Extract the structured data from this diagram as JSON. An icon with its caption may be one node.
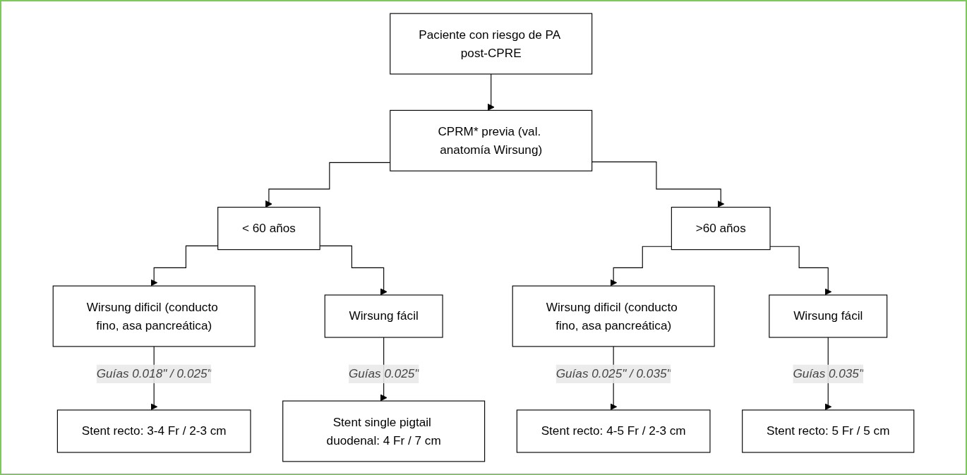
{
  "diagram": {
    "nodes": [
      {
        "text": [
          "Paciente con riesgo de PA post-CPRE"
        ]
      },
      {
        "text": [
          "CPRM* previa (val. anatomía Wirsung)"
        ]
      },
      {
        "text": [
          "< 60 años"
        ]
      },
      {
        "text": [
          ">60 años"
        ]
      },
      {
        "text": [
          "Wirsung dificil (conducto fino, asa pancreática)"
        ]
      },
      {
        "text": [
          "Wirsung fácil"
        ]
      },
      {
        "text": [
          "Wirsung dificil (conducto fino, asa pancreática)"
        ]
      },
      {
        "text": [
          "Wirsung fácil"
        ]
      },
      {
        "text": [
          "Stent recto: 3-4 Fr / 2-3 cm"
        ]
      },
      {
        "text": [
          "Stent single pigtail duodenal: 4 Fr / 7 cm"
        ]
      },
      {
        "text": [
          "Stent recto: 4-5 Fr / 2-3 cm"
        ]
      },
      {
        "text": [
          "Stent recto: 5 Fr / 5 cm"
        ]
      }
    ],
    "edges": [
      {
        "from": 0,
        "to": 1,
        "arrow": "to"
      },
      {
        "from": 1,
        "to": 2,
        "arrow": "to"
      },
      {
        "from": 1,
        "to": 3,
        "arrow": "to"
      },
      {
        "from": 2,
        "to": 4,
        "arrow": "to"
      },
      {
        "from": 2,
        "to": 5,
        "arrow": "to"
      },
      {
        "from": 3,
        "to": 6,
        "arrow": "to"
      },
      {
        "from": 3,
        "to": 7,
        "arrow": "to"
      },
      {
        "from": 4,
        "to": 8,
        "arrow": "to",
        "label": "Guías 0.018\" / 0.025\""
      },
      {
        "from": 5,
        "to": 9,
        "arrow": "to",
        "label": "Guías 0.025\""
      },
      {
        "from": 6,
        "to": 10,
        "arrow": "to",
        "label": "Guías 0.025\" / 0.035\""
      },
      {
        "from": 7,
        "to": 11,
        "arrow": "to",
        "label": "Guías 0.035\""
      }
    ]
  }
}
